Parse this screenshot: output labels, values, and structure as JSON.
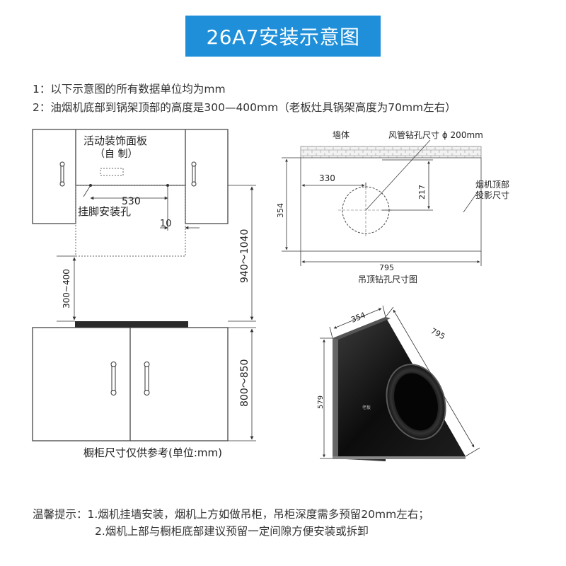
{
  "title": "26A7安装示意图",
  "notes": [
    "1：以下示意图的所有数据单位均为mm",
    "2：油烟机底部到锅架顶部的高度是300—400mm（老板灶具锅架高度为70mm左右）"
  ],
  "cabinet_diagram": {
    "panel_label_1": "活动装饰面板",
    "panel_label_2": "（自 制）",
    "dim_530": "530",
    "hook_label": "挂脚安装孔",
    "dim_10": "10",
    "dim_940_1040": "940～1040",
    "dim_300_400": "300~400",
    "dim_800_850": "800～850",
    "caption": "橱柜尺寸仅供参考(单位:mm)"
  },
  "ceiling_diagram": {
    "wall_label": "墙体",
    "pipe_label": "风管钻孔尺寸 ϕ 200mm",
    "dim_330": "330",
    "dim_217": "217",
    "dim_354": "354",
    "top_proj_label_1": "烟机顶部",
    "top_proj_label_2": "投影尺寸",
    "dim_795": "795",
    "caption": "吊顶钻孔尺寸图"
  },
  "hood_diagram": {
    "dim_354": "354",
    "dim_795": "795",
    "dim_579": "579",
    "brand_mark": "老板"
  },
  "tips": {
    "label": "温馨提示：",
    "line1": "1.烟机挂墙安装，烟机上方如做吊柜，吊柜深度需多预留20mm左右；",
    "line2": "2.烟机上部与橱柜底部建议预留一定间隙方便安装或拆卸"
  }
}
